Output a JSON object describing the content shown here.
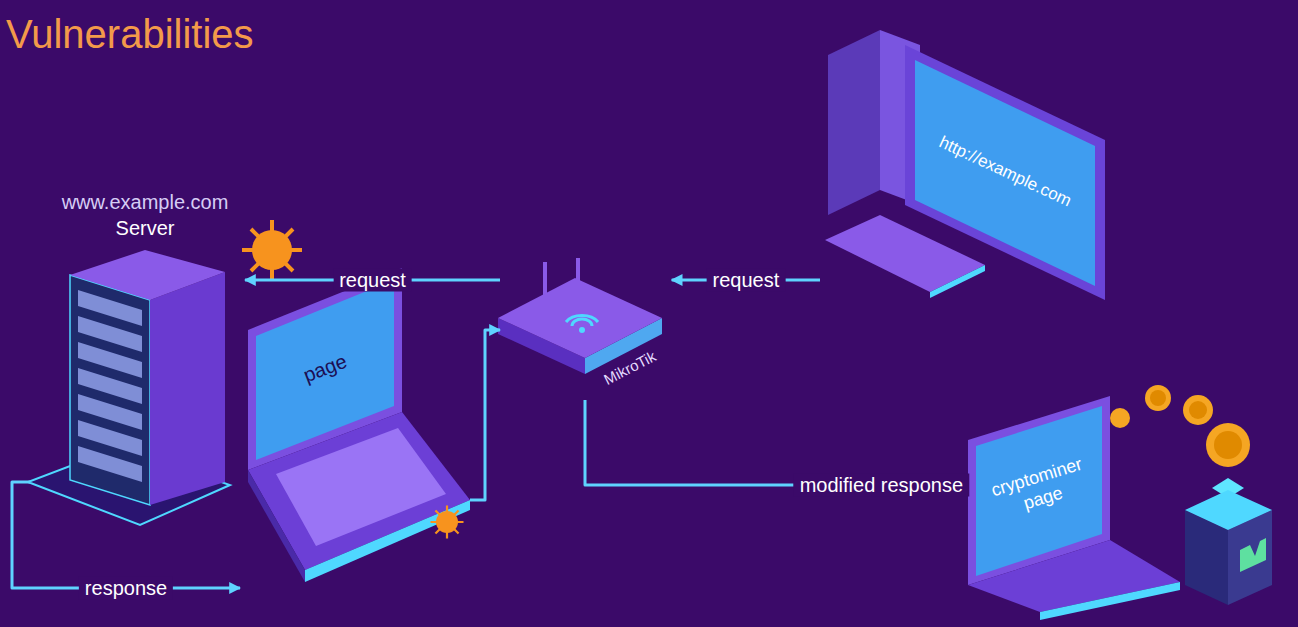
{
  "diagram": {
    "title": "Vulnerabilities",
    "nodes": [
      {
        "text": [
          "www.example.com",
          "Server"
        ]
      },
      {
        "text": [
          "page"
        ]
      },
      {
        "text": [
          "MikroTik"
        ]
      },
      {
        "text": [
          "http://example.com"
        ]
      },
      {
        "text": [
          "cryptominer page"
        ]
      }
    ],
    "edges": [
      {
        "from": 3,
        "to": 2,
        "label": "request",
        "arrow": "to"
      },
      {
        "from": 2,
        "to": 0,
        "label": "request",
        "arrow": "to"
      },
      {
        "from": 0,
        "to": 1,
        "label": "response",
        "arrow": "to"
      },
      {
        "from": 1,
        "to": 2,
        "arrow": "to"
      },
      {
        "from": 2,
        "to": 4,
        "label": "modified response",
        "arrow": "to"
      }
    ]
  }
}
